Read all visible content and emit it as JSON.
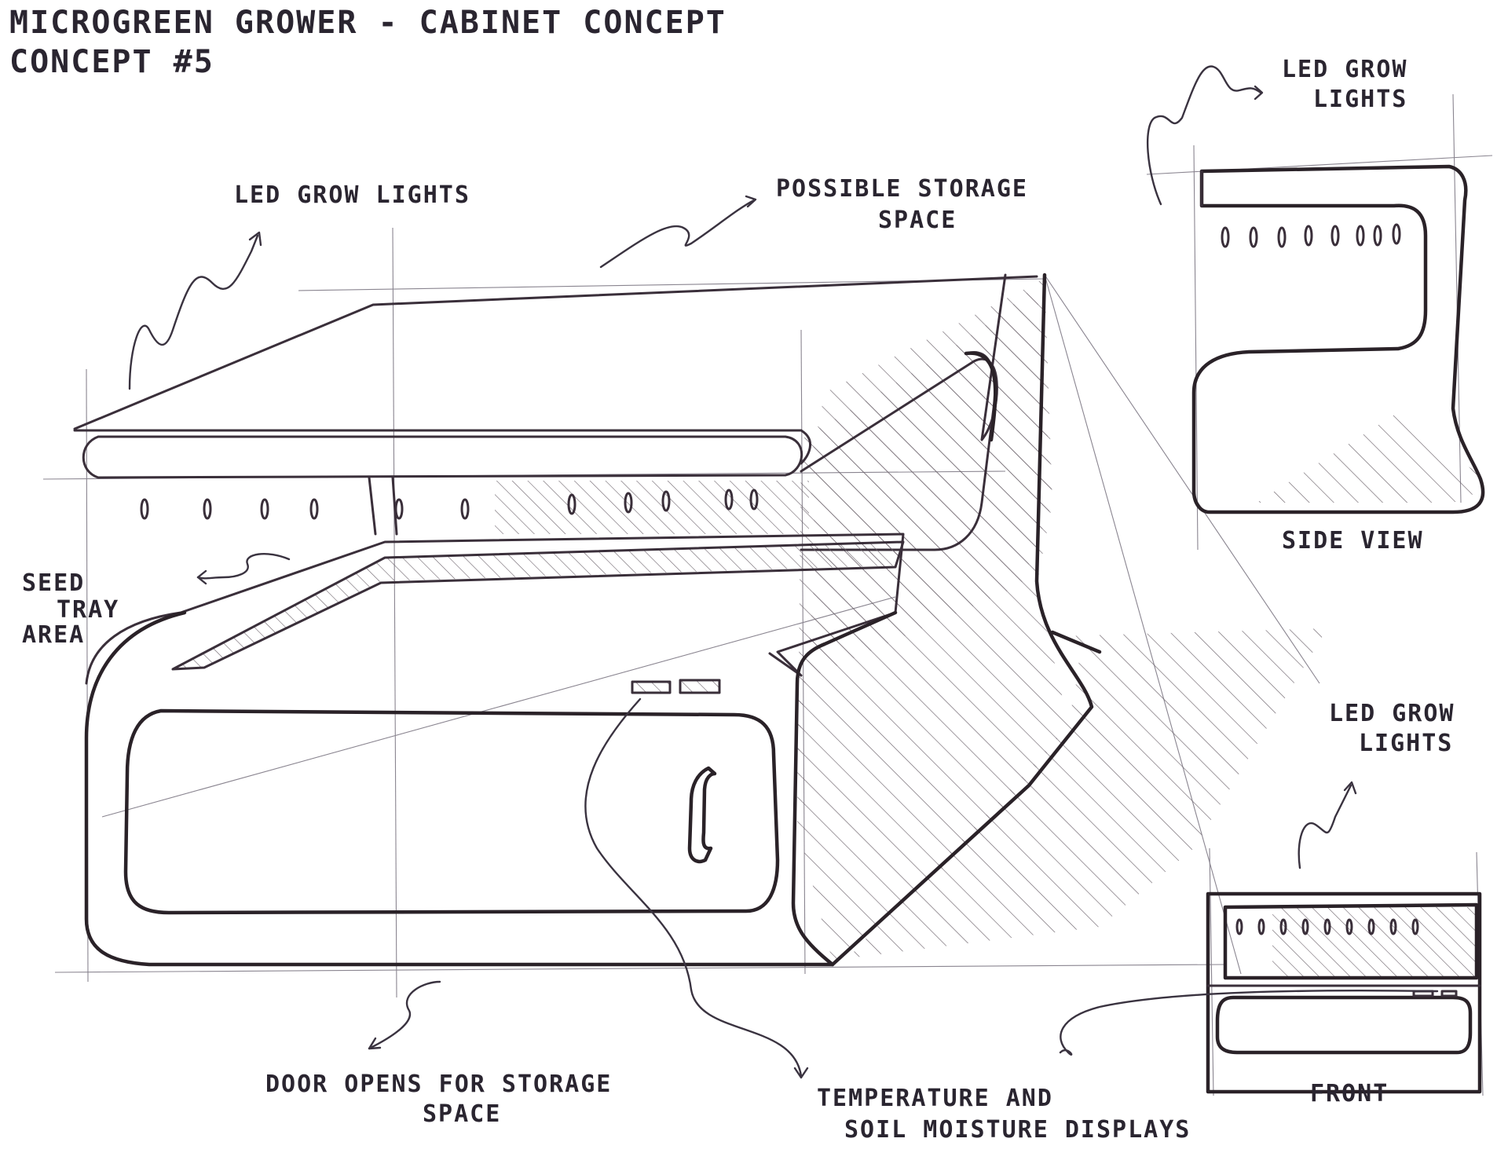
{
  "title": "MICROGREEN GROWER - CABINET CONCEPT",
  "subtitle": "CONCEPT #5",
  "labels": {
    "led_top": "LED GROW LIGHTS",
    "storage_line1": "POSSIBLE STORAGE",
    "storage_line2": "SPACE",
    "side_led_line1": "LED GROW",
    "side_led_line2": "LIGHTS",
    "seed_line1": "SEED",
    "seed_line2": "TRAY",
    "seed_line3": "AREA",
    "side_view": "SIDE VIEW",
    "front_led_line1": "LED GROW",
    "front_led_line2": "LIGHTS",
    "door_line1": "DOOR OPENS FOR STORAGE",
    "door_line2": "SPACE",
    "displays_line1": "TEMPERATURE AND",
    "displays_line2": "SOIL MOISTURE DISPLAYS",
    "front": "FRONT"
  },
  "colors": {
    "ink": "#3a2f3a",
    "paper": "#ffffff"
  }
}
